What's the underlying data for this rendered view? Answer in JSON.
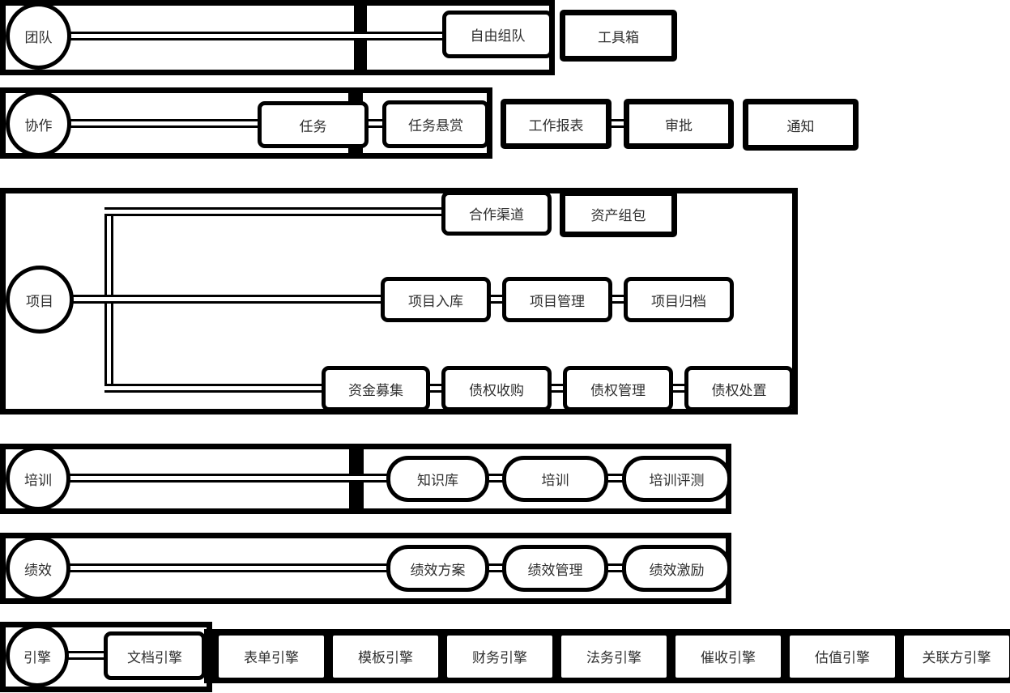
{
  "colors": {
    "stroke": "#000000",
    "canvas": "#ffffff",
    "text": "#2f2f2f"
  },
  "groups": {
    "team": {
      "hub": "团队",
      "free_team": "自由组队",
      "toolbox": "工具箱"
    },
    "collaboration": {
      "hub": "协作",
      "task": "任务",
      "task_bounty": "任务悬赏",
      "work_report": "工作报表",
      "approval": "审批",
      "notification": "通知"
    },
    "project": {
      "hub": "项目",
      "coop_channel": "合作渠道",
      "asset_package": "资产组包",
      "intake": "项目入库",
      "management": "项目管理",
      "archive": "项目归档",
      "fund_raising": "资金募集",
      "debt_acquisition": "债权收购",
      "debt_management": "债权管理",
      "debt_disposal": "债权处置"
    },
    "training": {
      "hub": "培训",
      "knowledge_base": "知识库",
      "training": "培训",
      "evaluation": "培训评测"
    },
    "performance": {
      "hub": "绩效",
      "plan": "绩效方案",
      "management": "绩效管理",
      "incentive": "绩效激励"
    },
    "engines": {
      "hub": "引擎",
      "document": "文档引擎",
      "form": "表单引擎",
      "template": "模板引擎",
      "finance": "财务引擎",
      "legal": "法务引擎",
      "collection": "催收引擎",
      "valuation": "估值引擎",
      "related_party": "关联方引擎"
    }
  }
}
